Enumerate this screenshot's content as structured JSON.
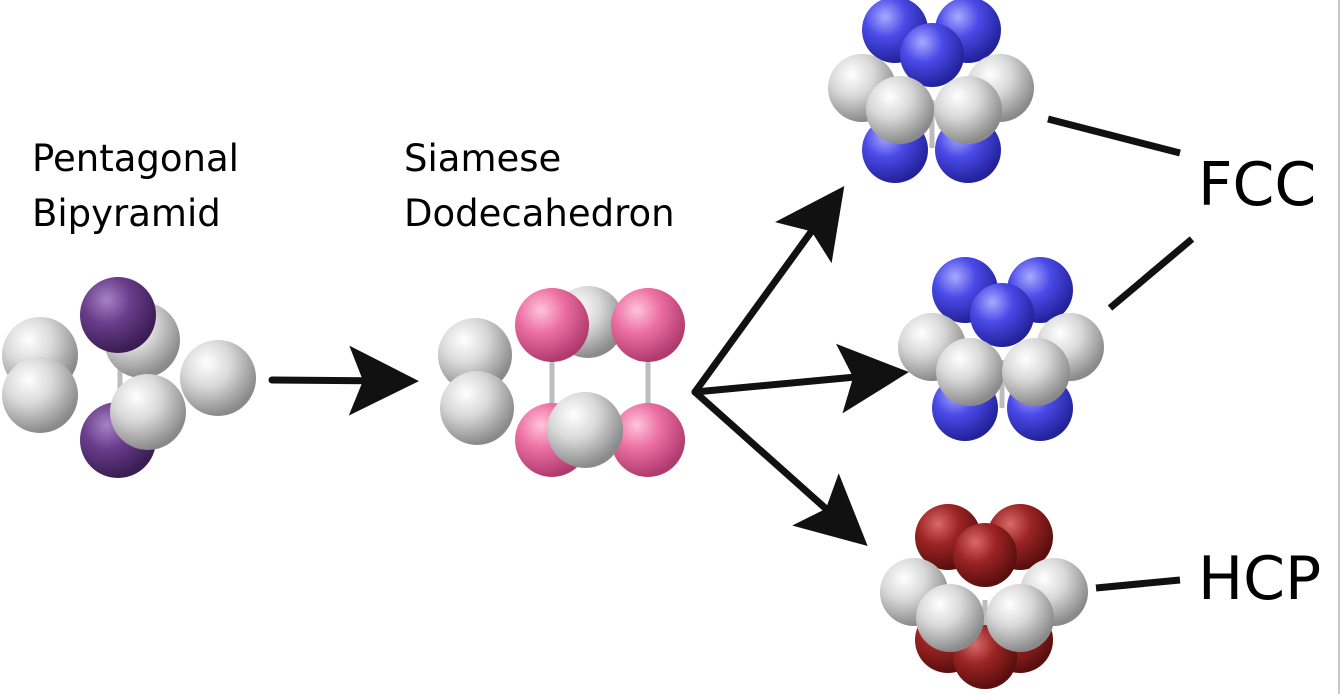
{
  "labels": {
    "pentagonal_line1": "Pentagonal",
    "pentagonal_line2": "Bipyramid",
    "siamese_line1": "Siamese",
    "siamese_line2": "Dodecahedron",
    "fcc": "FCC",
    "hcp": "HCP"
  },
  "colors": {
    "gray_sphere": "#cfcfcf",
    "purple_sphere": "#6a3d8c",
    "pink_sphere": "#ec6fa3",
    "blue_sphere": "#4a4ae8",
    "red_sphere": "#9c2424",
    "arrow": "#111111",
    "bond": "#bcbcbc"
  }
}
